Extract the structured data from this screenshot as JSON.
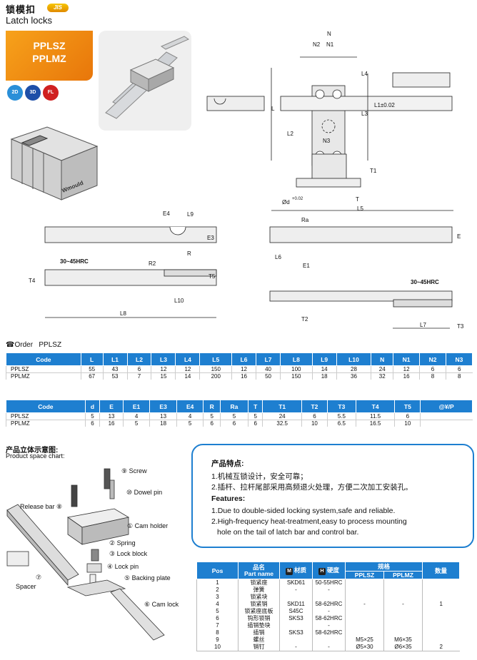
{
  "header": {
    "title_cn": "锁模扣",
    "title_en": "Latch locks",
    "jis": "JIS"
  },
  "product": {
    "code1": "PPLSZ",
    "code2": "PPLMZ"
  },
  "badges": [
    {
      "label": "2D",
      "color": "#2a8fd8"
    },
    {
      "label": "3D",
      "color": "#1e4fa8"
    },
    {
      "label": "FL",
      "color": "#d02020"
    }
  ],
  "brand": "Wmould",
  "drawing": {
    "labels": [
      "N",
      "N2",
      "N1",
      "L4",
      "L",
      "L1±0.02",
      "L3",
      "L2",
      "N3",
      "T1",
      "T",
      "Ød",
      "L5",
      "E4",
      "L9",
      "E3",
      "R",
      "Ra",
      "E",
      "L6",
      "E1",
      "30~45HRC",
      "R2",
      "T5",
      "T4",
      "L10",
      "L8",
      "T2",
      "L7",
      "T3"
    ],
    "d_tol": "+0.02"
  },
  "order": {
    "label": "Order",
    "code": "PPLSZ"
  },
  "table1": {
    "headers": [
      "Code",
      "L",
      "L1",
      "L2",
      "L3",
      "L4",
      "L5",
      "L6",
      "L7",
      "L8",
      "L9",
      "L10",
      "N",
      "N1",
      "N2",
      "N3"
    ],
    "rows": [
      [
        "PPLSZ",
        "55",
        "43",
        "6",
        "12",
        "12",
        "150",
        "12",
        "40",
        "100",
        "14",
        "28",
        "24",
        "12",
        "6",
        "6"
      ],
      [
        "PPLMZ",
        "67",
        "53",
        "7",
        "15",
        "14",
        "200",
        "16",
        "50",
        "150",
        "18",
        "36",
        "32",
        "16",
        "8",
        "8"
      ]
    ]
  },
  "table2": {
    "headers": [
      "Code",
      "d",
      "E",
      "E1",
      "E3",
      "E4",
      "R",
      "Ra",
      "T",
      "T1",
      "T2",
      "T3",
      "T4",
      "T5",
      "@¥/P"
    ],
    "rows": [
      [
        "PPLSZ",
        "5",
        "13",
        "4",
        "13",
        "4",
        "5",
        "5",
        "5",
        "24",
        "6",
        "5.5",
        "11.5",
        "6",
        ""
      ],
      [
        "PPLMZ",
        "6",
        "16",
        "5",
        "18",
        "5",
        "6",
        "6",
        "6",
        "32.5",
        "10",
        "6.5",
        "16.5",
        "10",
        ""
      ]
    ]
  },
  "chart": {
    "title_cn": "产品立体示意图:",
    "title_en": "Product space chart:",
    "parts": [
      "⑨ Screw",
      "⑩ Dowel pin",
      "Release bar ⑧",
      "① Cam holder",
      "② Spring",
      "③ Lock block",
      "④ Lock pin",
      "⑤ Backing plate",
      "⑦",
      "Spacer",
      "⑥ Cam lock"
    ]
  },
  "features": {
    "head_cn": "产品特点:",
    "cn": [
      "1.机械互锁设计，安全可靠；",
      "2.插杆、拉杆尾部采用高频退火处理，方便二次加工安装孔。"
    ],
    "head_en": "Features:",
    "en": [
      "1.Due to double-sided locking system,safe and reliable.",
      "2.High-frequency heat-treatment,easy to process mounting",
      "hole on the tail of latch bar and control bar."
    ]
  },
  "parts_table": {
    "headers": [
      "Pos",
      "品名\nPart name",
      "材质",
      "硬度",
      "规格",
      "数量"
    ],
    "material_icon": "M",
    "hardness_icon": "H",
    "sub": [
      "PPLSZ",
      "PPLMZ"
    ],
    "rows": [
      [
        "1",
        "锁紧座",
        "SKD61",
        "50-55HRC",
        "",
        "",
        ""
      ],
      [
        "2",
        "弹簧",
        "-",
        "-",
        "",
        "",
        ""
      ],
      [
        "3",
        "锁紧块",
        "",
        "",
        "",
        "",
        ""
      ],
      [
        "4",
        "锁紧销",
        "SKD11",
        "58-62HRC",
        "-",
        "-",
        "1"
      ],
      [
        "5",
        "锁紧座底板",
        "S45C",
        "-",
        "",
        "",
        ""
      ],
      [
        "6",
        "钩形锁销",
        "SKS3",
        "58-62HRC",
        "",
        "",
        ""
      ],
      [
        "7",
        "插销垫块",
        "",
        "-",
        "",
        "",
        ""
      ],
      [
        "8",
        "插销",
        "SKS3",
        "58-62HRC",
        "",
        "",
        ""
      ],
      [
        "9",
        "螺丝",
        "",
        "",
        "M5×25",
        "M6×35",
        ""
      ],
      [
        "10",
        "销钉",
        "-",
        "-",
        "Ø5×30",
        "Ø6×35",
        "2"
      ]
    ]
  }
}
